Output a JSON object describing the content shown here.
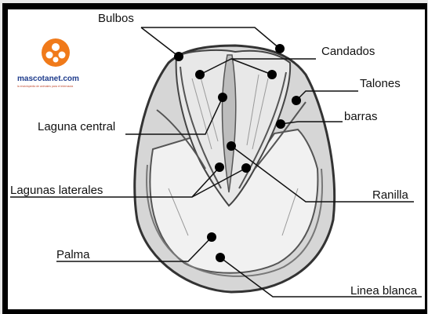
{
  "logo": {
    "brand": "mascotanet.com",
    "tagline": "la enciclopedia de animales para el internauta"
  },
  "labels": {
    "bulbos": "Bulbos",
    "candados": "Candados",
    "talones": "Talones",
    "barras": "barras",
    "laguna_central": "Laguna central",
    "lagunas_laterales": "Lagunas laterales",
    "ranilla": "Ranilla",
    "palma": "Palma",
    "linea_blanca": "Linea blanca"
  },
  "colors": {
    "frame": "#000000",
    "canvas": "#ffffff",
    "logo_orange": "#f07a1a",
    "brand_blue": "#1f3c8c",
    "ink": "#111111"
  }
}
